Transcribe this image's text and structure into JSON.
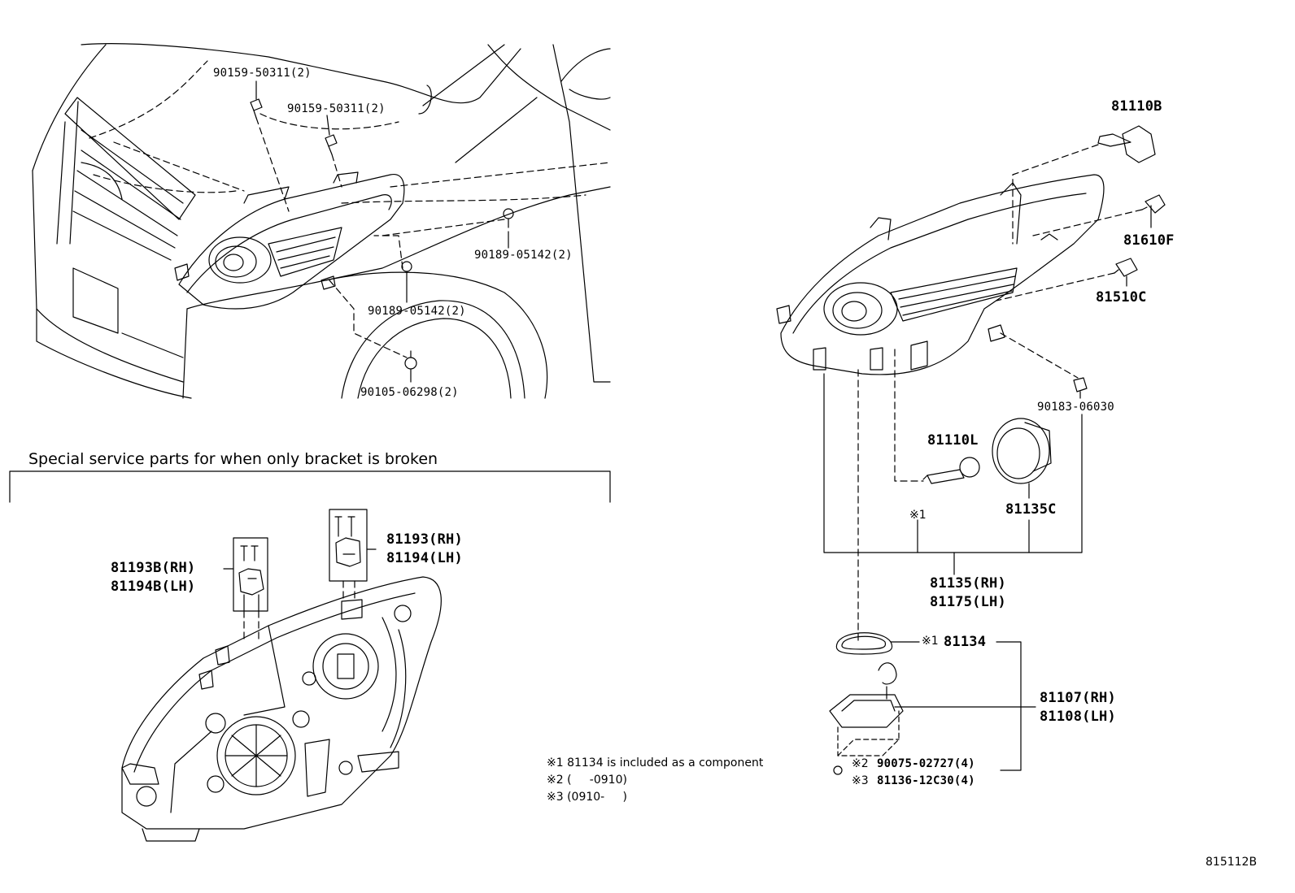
{
  "diagram_code": "815112B",
  "section_heading": "Special service parts for when only bracket is broken",
  "left_callouts": {
    "clip_a": "90159-50311(2)",
    "clip_b": "90159-50311(2)",
    "screw_a": "90189-05142(2)",
    "screw_b": "90189-05142(2)",
    "screw_c": "90105-06298(2)"
  },
  "bracket_callouts": {
    "b_rh": "81193B(RH)",
    "b_lh": "81194B(LH)",
    "a_rh": "81193(RH)",
    "a_lh": "81194(LH)"
  },
  "right_callouts": {
    "bulb_hb": "81110B",
    "bulb_w5w": "81610F",
    "bulb_side": "81510C",
    "nut": "90183-06030",
    "bulb_hid": "81110L",
    "cover": "81135C",
    "mark1": "※1",
    "assy_rh": "81135(RH)",
    "assy_lh": "81175(LH)",
    "gasket_mark": "※1",
    "gasket": "81134",
    "ballast_rh": "81107(RH)",
    "ballast_lh": "81108(LH)",
    "screw_mark2": "※2",
    "screw2": "90075-02727(4)",
    "screw_mark3": "※3",
    "screw3": "81136-12C30(4)"
  },
  "notes": {
    "n1": "※1 81134 is included as a component",
    "n2": "※2 (     -0910)",
    "n3": "※3 (0910-     )"
  }
}
